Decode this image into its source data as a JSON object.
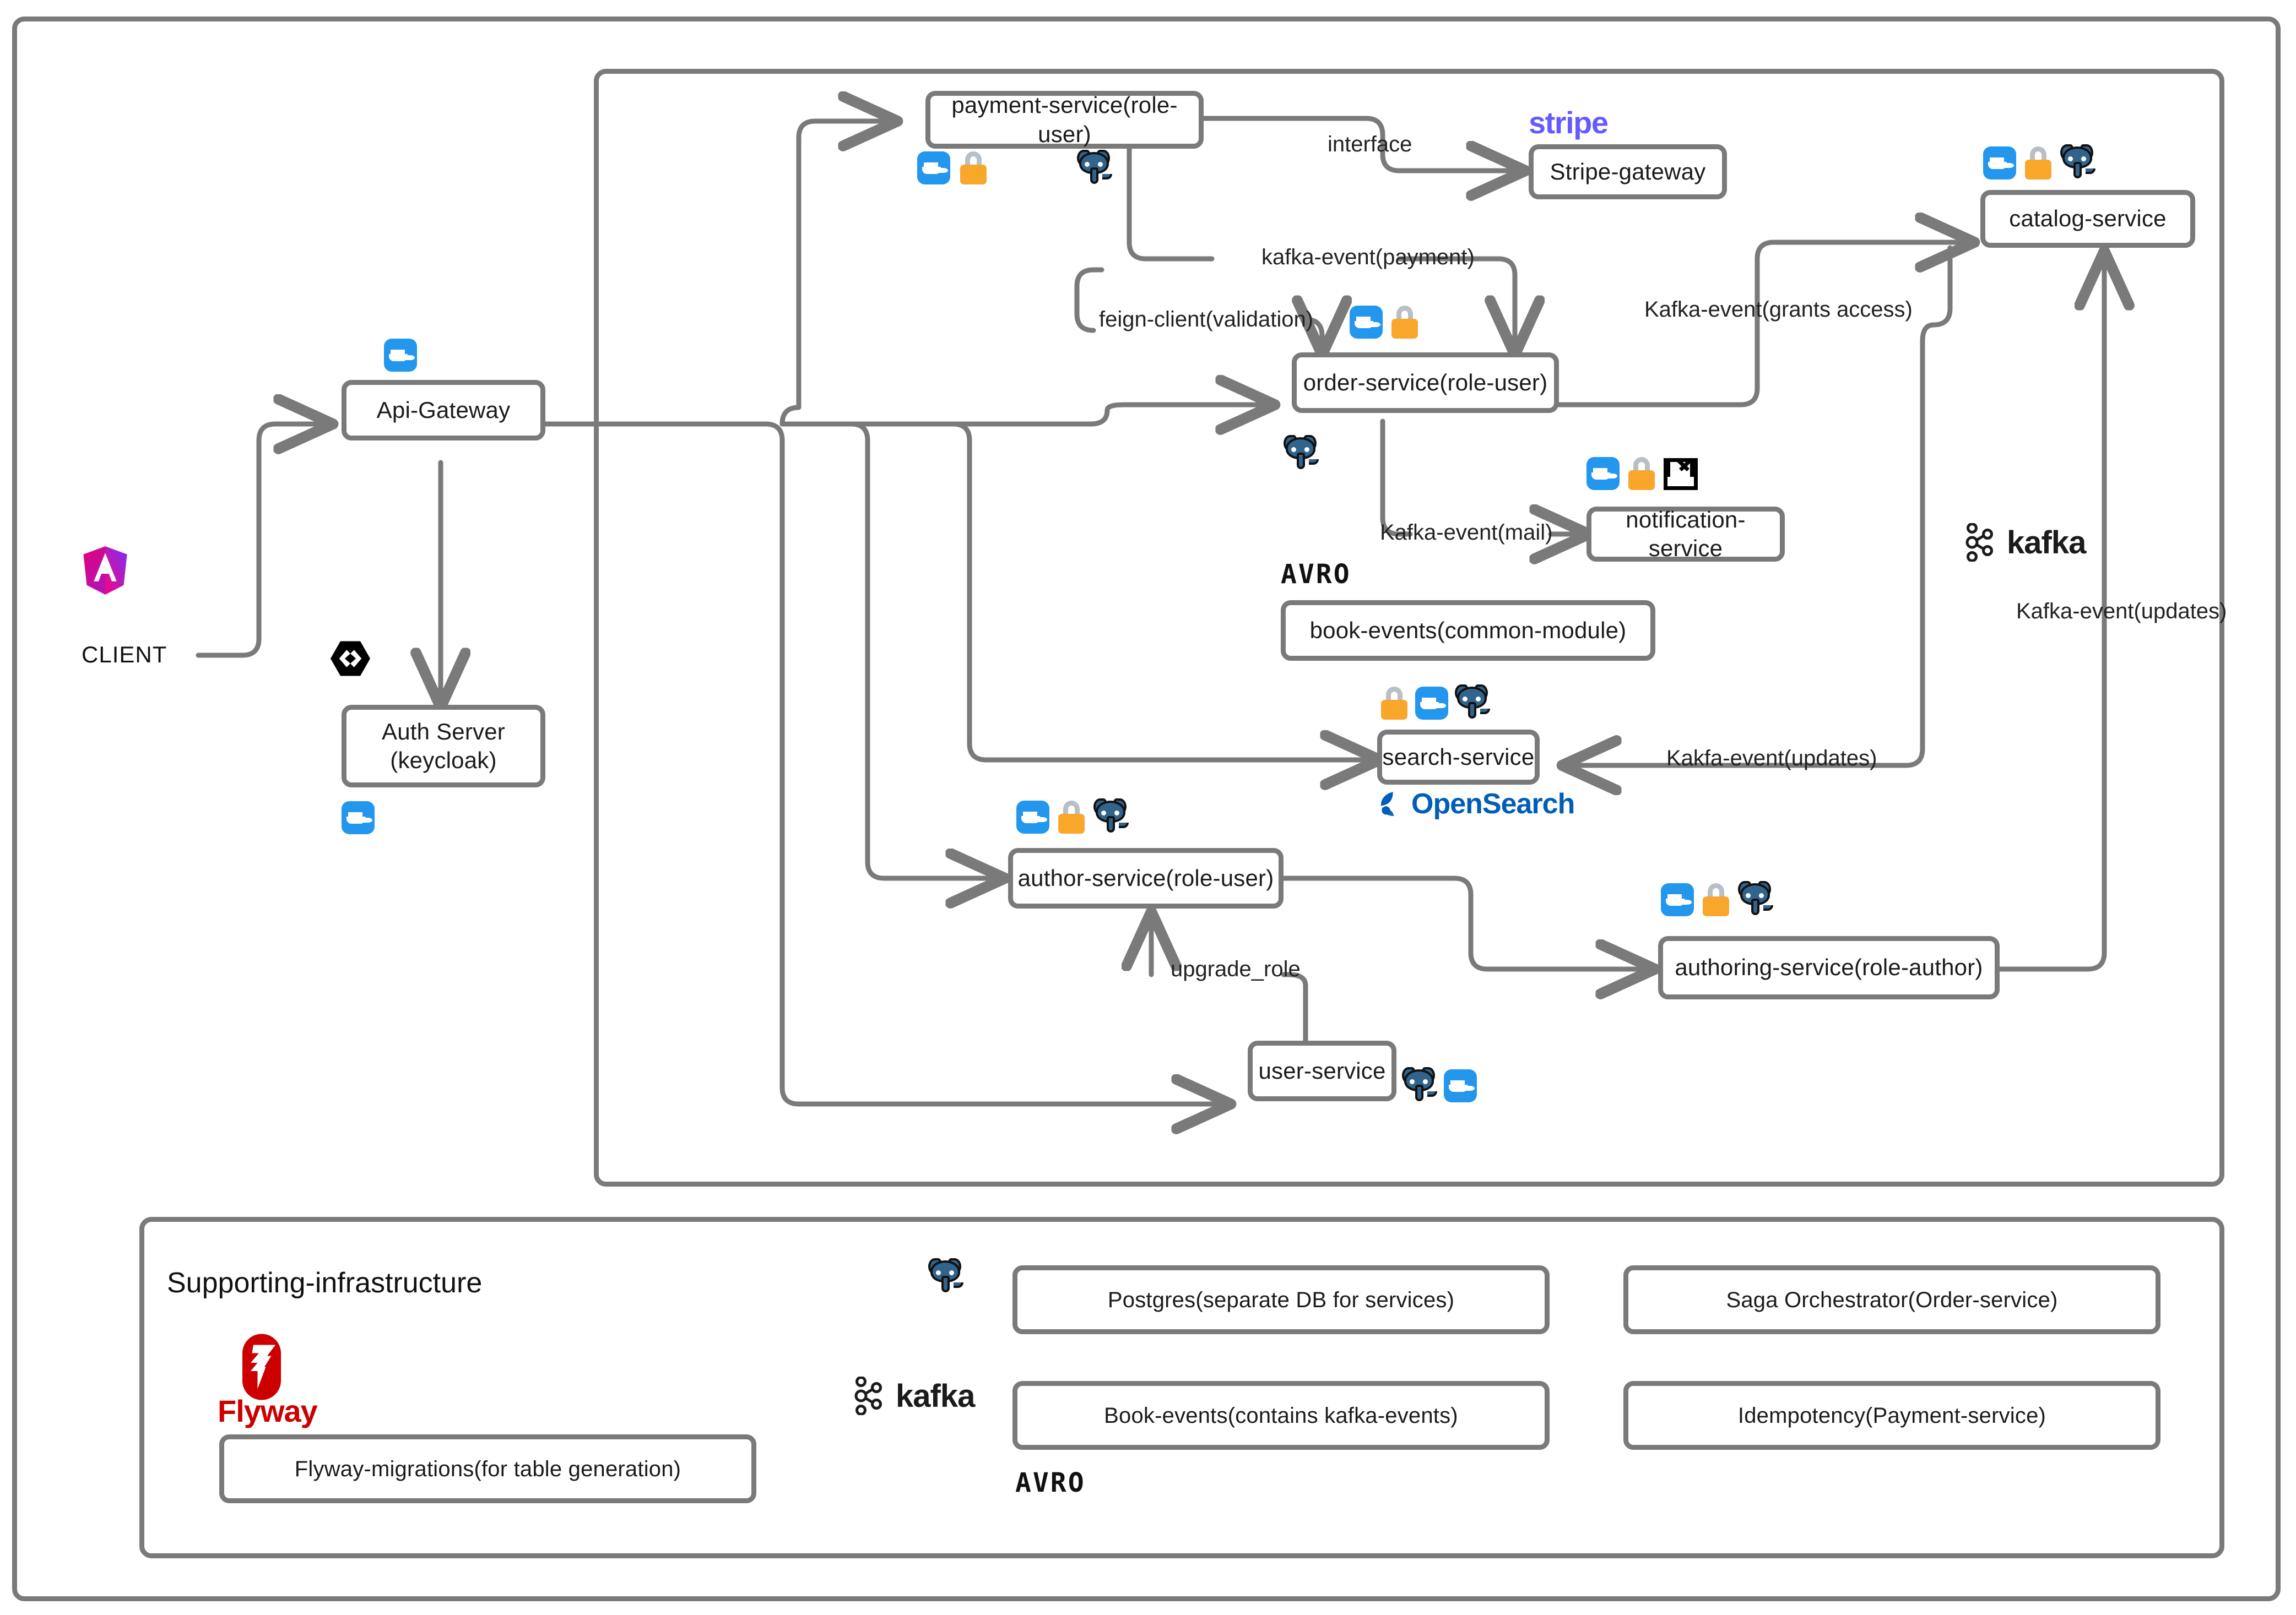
{
  "diagram": {
    "title": "Microservices Architecture",
    "outer_frame": "outer-frame",
    "services_frame": "services-frame",
    "infra_frame": "supporting-infrastructure-frame"
  },
  "client": {
    "label": "CLIENT",
    "icon": "angular-icon"
  },
  "gateway": {
    "label": "Api-Gateway",
    "icons": [
      "docker-icon"
    ]
  },
  "auth": {
    "line1": "Auth Server",
    "line2": "(keycloak)",
    "icons": [
      "keycloak-icon",
      "docker-icon"
    ]
  },
  "services": [
    {
      "id": "payment-service",
      "label": "payment-service(role-user)",
      "icons": [
        "docker-icon",
        "lock-icon",
        "postgres-icon"
      ]
    },
    {
      "id": "stripe-gateway",
      "label": "Stripe-gateway",
      "brand": "stripe",
      "icons": []
    },
    {
      "id": "catalog-service",
      "label": "catalog-service",
      "icons": [
        "docker-icon",
        "lock-icon",
        "postgres-icon"
      ]
    },
    {
      "id": "order-service",
      "label": "order-service(role-user)",
      "icons": [
        "docker-icon",
        "lock-icon",
        "postgres-icon"
      ]
    },
    {
      "id": "notification-service",
      "label": "notification-service",
      "icons": [
        "docker-icon",
        "lock-icon",
        "mail-icon"
      ]
    },
    {
      "id": "book-events",
      "label": "book-events(common-module)",
      "brand": "AVRO",
      "icons": []
    },
    {
      "id": "search-service",
      "label": "search-service",
      "brand": "OpenSearch",
      "icons": [
        "lock-icon",
        "docker-icon",
        "postgres-icon"
      ]
    },
    {
      "id": "author-service",
      "label": "author-service(role-user)",
      "icons": [
        "docker-icon",
        "lock-icon",
        "postgres-icon"
      ]
    },
    {
      "id": "authoring-service",
      "label": "authoring-service(role-author)",
      "icons": [
        "docker-icon",
        "lock-icon",
        "postgres-icon"
      ]
    },
    {
      "id": "user-service",
      "label": "user-service",
      "icons": [
        "postgres-icon",
        "docker-icon"
      ]
    }
  ],
  "edge_labels": {
    "interface": "interface",
    "kafka_event_payment": "kafka-event(payment)",
    "feign_client_validation": "feign-client(validation)",
    "kafka_event_grants_access": "Kafka-event(grants access)",
    "kafka_event_mail": "Kafka-event(mail)",
    "kakfa_event_updates": "Kakfa-event(updates)",
    "kafka_event_updates": "Kafka-event(updates)",
    "upgrade_role": "upgrade_role"
  },
  "brands": {
    "stripe": "stripe",
    "avro_top": "AVRO",
    "avro_bottom": "AVRO",
    "opensearch": "OpenSearch",
    "kafka_middle": "kafka",
    "kafka_infra": "kafka",
    "flyway": "Flyway"
  },
  "infrastructure": {
    "title": "Supporting-infrastructure",
    "items": [
      {
        "id": "flyway-migrations",
        "label": "Flyway-migrations(for table generation)",
        "brand": "Flyway"
      },
      {
        "id": "postgres-db",
        "label": "Postgres(separate DB for services)",
        "brand": "postgres-icon"
      },
      {
        "id": "book-events-infra",
        "label": "Book-events(contains kafka-events)",
        "brand": "kafka"
      },
      {
        "id": "saga-orchestrator",
        "label": "Saga Orchestrator(Order-service)",
        "brand": ""
      },
      {
        "id": "idempotency",
        "label": "Idempotency(Payment-service)",
        "brand": ""
      }
    ]
  },
  "colors": {
    "stroke": "#7a7a7a",
    "text": "#1b1b1b",
    "docker": "#2396ed",
    "lock": "#f9a72b",
    "postgres": "#31648c",
    "stripe": "#635bff",
    "opensearch": "#005eb8",
    "flyway": "#cc0000",
    "kafka": "#1b1b1b"
  }
}
